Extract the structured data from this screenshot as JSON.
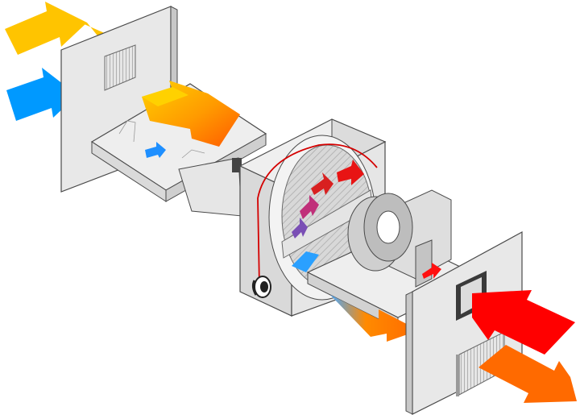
{
  "figure": {
    "description_visible_text": "",
    "colors": {
      "panel_light": "#e9e9e9",
      "panel_mid": "#d4d4d4",
      "panel_dark": "#b8b8b8",
      "outline": "#4a4a4a",
      "exhaust_yellow": "#ffc400",
      "exhaust_orange": "#ff7a00",
      "supply_red": "#ff0000",
      "return_blue": "#0099ff",
      "wheel_red": "#e81414",
      "wheel_purple": "#7a4fb5",
      "drive_belt": "#d40000"
    },
    "components": {
      "left_wall": {
        "icon": "wall-panel-with-louvre"
      },
      "right_wall": {
        "icon": "wall-panel-with-grille"
      },
      "heat_wheel": {
        "icon": "rotary-heat-exchanger"
      },
      "fan": {
        "icon": "centrifugal-fan"
      },
      "motor": {
        "icon": "drive-motor"
      }
    },
    "airflows": [
      {
        "name": "outlet-top",
        "icon": "arrow-yellow"
      },
      {
        "name": "outlet-bottom",
        "icon": "arrow-blue"
      },
      {
        "name": "exhaust-gradient",
        "icon": "arrow-yellow-orange"
      },
      {
        "name": "supply-small",
        "icon": "arrow-blue"
      },
      {
        "name": "supply-in-right",
        "icon": "arrow-red"
      },
      {
        "name": "exhaust-out-right",
        "icon": "arrow-orange"
      },
      {
        "name": "inner-red",
        "icon": "arrow-red"
      },
      {
        "name": "bottom-orange",
        "icon": "arrow-orange"
      }
    ]
  }
}
